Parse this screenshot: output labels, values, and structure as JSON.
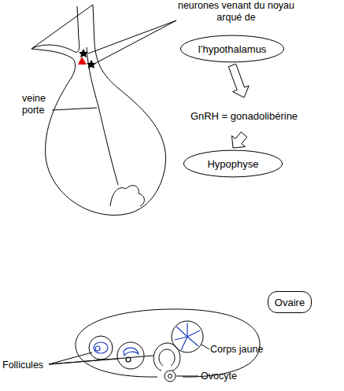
{
  "diagram": {
    "nodes": [
      {
        "text": [
          "l’hypothalamus"
        ]
      },
      {
        "text": [
          "GnRH = gonadolibérine"
        ]
      },
      {
        "text": [
          "Hypophyse"
        ]
      },
      {
        "text": [
          "Ovaire"
        ]
      }
    ],
    "edges": [
      {
        "from": 0,
        "to": 1,
        "arrow": "to"
      },
      {
        "from": 1,
        "to": 2,
        "arrow": "to"
      }
    ],
    "labels": [
      "neurones venant du noyau arqué de",
      "veine porte",
      "Follicules",
      "Corps jaune",
      "Ovocyte"
    ]
  }
}
